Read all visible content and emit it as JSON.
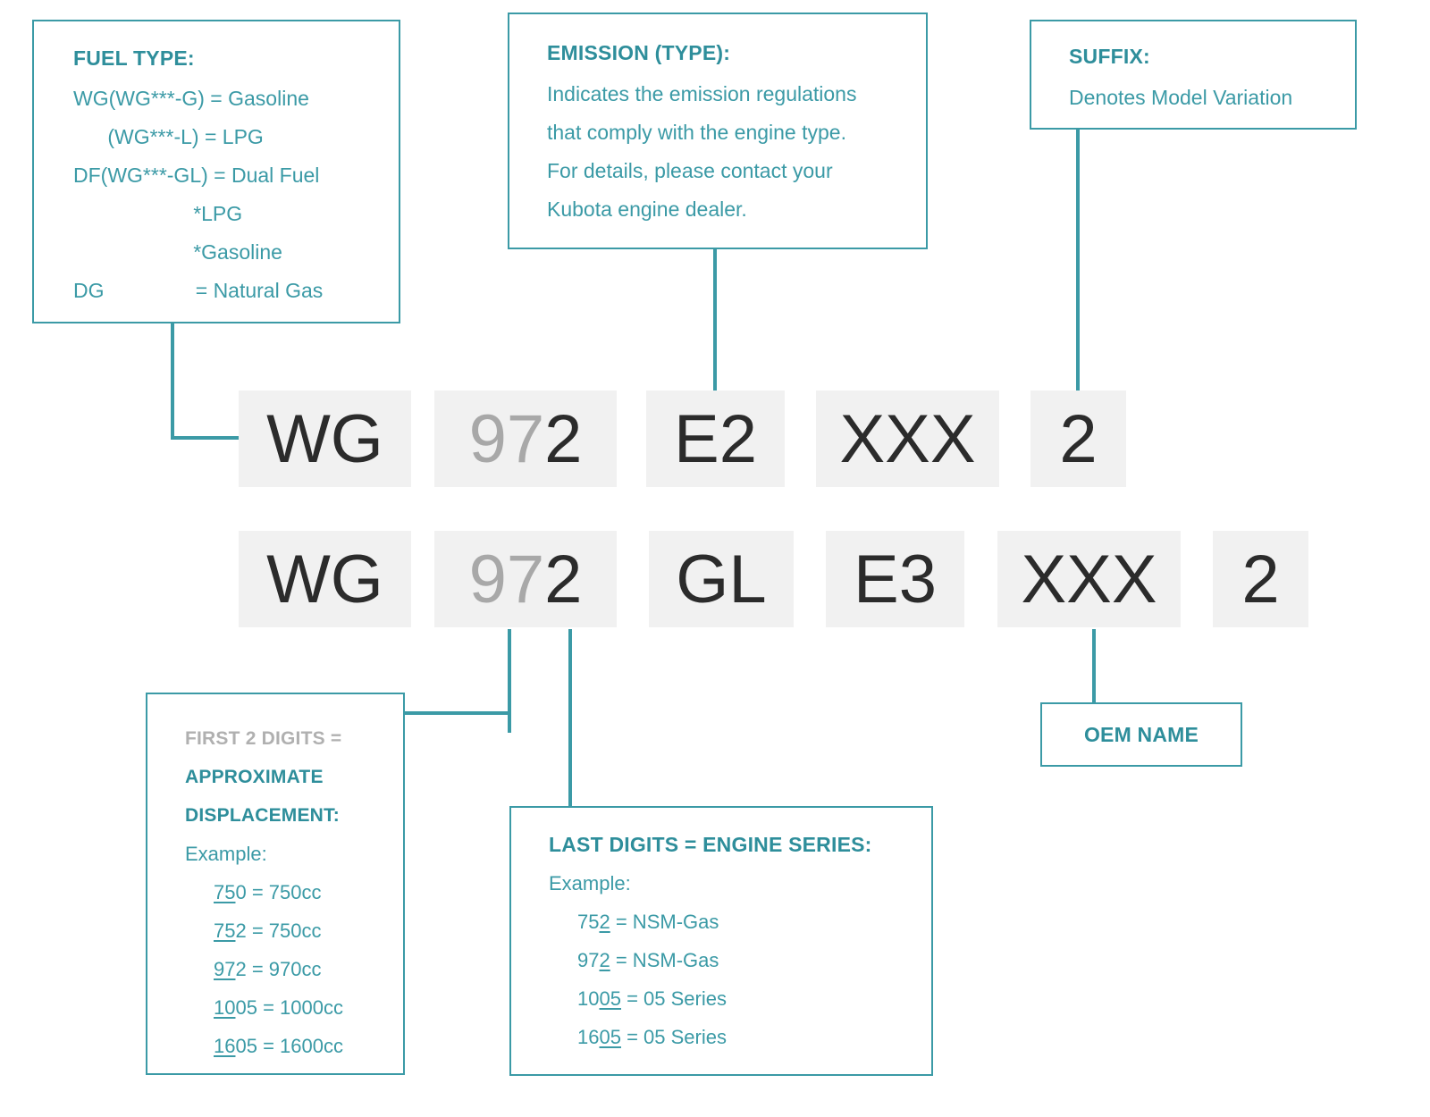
{
  "theme": {
    "teal": "#3b9aa6",
    "teal_dark": "#2e8e9b",
    "tile_bg": "#f1f1f1",
    "tile_text": "#2b2b2b",
    "tile_dim": "#a8a8a8",
    "gray_text": "#b0b0b0"
  },
  "fuel_type": {
    "title": "FUEL TYPE:",
    "lines": [
      "WG(WG***-G) = Gasoline",
      "      (WG***-L) = LPG",
      "DF(WG***-GL) = Dual Fuel",
      "                     *LPG",
      "                     *Gasoline",
      "DG                = Natural Gas"
    ]
  },
  "emission": {
    "title": "EMISSION (TYPE):",
    "lines": [
      "Indicates the emission regulations",
      "that comply with the engine type.",
      "For details, please contact your",
      "Kubota engine dealer."
    ]
  },
  "suffix": {
    "title": "SUFFIX:",
    "lines": [
      "Denotes Model Variation"
    ]
  },
  "displacement": {
    "title_gray": "FIRST 2 DIGITS =",
    "title_line1": "APPROXIMATE",
    "title_line2": "DISPLACEMENT:",
    "example_label": "Example:",
    "examples": [
      {
        "under": "75",
        "rest": "0",
        "equals": " = 750cc"
      },
      {
        "under": "75",
        "rest": "2",
        "equals": " = 750cc"
      },
      {
        "under": "97",
        "rest": "2",
        "equals": " = 970cc"
      },
      {
        "under": "10",
        "rest": "05",
        "equals": " = 1000cc"
      },
      {
        "under": "16",
        "rest": "05",
        "equals": " = 1600cc"
      }
    ]
  },
  "last_digits": {
    "title": "LAST DIGITS = ENGINE SERIES:",
    "example_label": "Example:",
    "examples": [
      {
        "pre": "75",
        "under": "2",
        "equals": " = NSM-Gas"
      },
      {
        "pre": "97",
        "under": "2",
        "equals": " = NSM-Gas"
      },
      {
        "pre": "10",
        "under": "05",
        "equals": " = 05 Series"
      },
      {
        "pre": "16",
        "under": "05",
        "equals": " = 05 Series"
      }
    ]
  },
  "oem": {
    "title": "OEM NAME"
  },
  "code_row_1": [
    {
      "name": "fuel-type-code",
      "text": "WG",
      "dim_prefix": ""
    },
    {
      "name": "displacement-code",
      "text": "972",
      "dim_prefix": "97"
    },
    {
      "name": "emission-code",
      "text": "E2",
      "dim_prefix": ""
    },
    {
      "name": "oem-code",
      "text": "XXX",
      "dim_prefix": ""
    },
    {
      "name": "suffix-code",
      "text": "2",
      "dim_prefix": ""
    }
  ],
  "code_row_2": [
    {
      "name": "fuel-type-code",
      "text": "WG",
      "dim_prefix": ""
    },
    {
      "name": "displacement-code",
      "text": "972",
      "dim_prefix": "97"
    },
    {
      "name": "dual-fuel-code",
      "text": "GL",
      "dim_prefix": ""
    },
    {
      "name": "emission-code",
      "text": "E3",
      "dim_prefix": ""
    },
    {
      "name": "oem-code",
      "text": "XXX",
      "dim_prefix": ""
    },
    {
      "name": "suffix-code",
      "text": "2",
      "dim_prefix": ""
    }
  ]
}
